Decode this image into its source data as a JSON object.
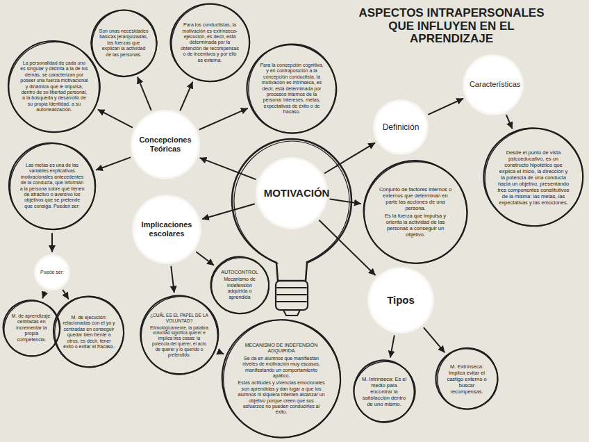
{
  "diagram": {
    "title": "ASPECTOS INTRAPERSONALES QUE INFLUYEN EN EL APRENDIZAJE",
    "nodes": [
      {
        "text": [
          "MOTIVACIÓN"
        ]
      },
      {
        "text": [
          "Concepciones Teóricas"
        ]
      },
      {
        "text": [
          "La personalidad de cada uno es singular y distinta a la de los demás, se caracterizan por poseer una fuerza motivacional y dinámica que le impulsa, dentro de su libertad personal, a la búsqueda y desarrollo de su propia identidad, a su autorrealización."
        ]
      },
      {
        "text": [
          "Son unas necesidades básicas jerarquizadas, las fuerzas que explican la actividad de las personas."
        ]
      },
      {
        "text": [
          "Para los conductistas, la motivación es extrínseca-ejecución, es decir, está determinada por la obtención de recompensas o de incentivos y por ello es externa."
        ]
      },
      {
        "text": [
          "Para la concepción cognitiva, y en contraposición a la concepción conductista, la motivación es intrínseca, es decir, está determinada por procesos internos de la persona: intereses, metas, expectativas de éxito o de fracaso."
        ]
      },
      {
        "text": [
          "Las metas es una de las variables explicativas motivacionales antecedentes de la conducta, que informan a la persona sobre qué tienen de atractivo o aversivo los objetivos que se pretende que consiga. Pueden ser:"
        ]
      },
      {
        "text": [
          "Implicaciones escolares"
        ]
      },
      {
        "text": [
          "Puede ser:"
        ]
      },
      {
        "text": [
          "M. de aprendizaje: centradas en incrementar la propia competencia."
        ]
      },
      {
        "text": [
          "M. de ejecución: relacionadas con el yo y centradas en conseguir quedar bien frente a otros, es decir, tener éxito o evitar el fracaso."
        ]
      },
      {
        "text": [
          "¿CUÁL ES EL PAPEL DE LA VOLUNTAD?",
          "Etimológicamente, la palabra voluntad significa querer e implica tres cosas: la potencia del querer, el acto de querer y lo querido o pretendido."
        ]
      },
      {
        "text": [
          "AUTOCONTROL",
          "Mecanismo de indefensión adquirida o aprendida"
        ]
      },
      {
        "text": [
          "MECANISMO DE INDEFENSIÓN ADQUIRIDA",
          "Se da en alumnos que manifiestan niveles de motivación muy escasos, manifestando un comportamiento apático.",
          "Estas actitudes y vivencias emocionales son aprendidas y dan lugar a que los alumnos ni siquiera intenten alcanzar un objetivo porque creen que sus esfuerzos no pueden conducirles al éxito."
        ]
      },
      {
        "text": [
          "Definición"
        ]
      },
      {
        "text": [
          "Características"
        ]
      },
      {
        "text": [
          "Desde el punto de vista psicoeducativo, es un constructo hipotético que explica el inicio, la dirección y la potencia de una conducta hacia un objetivo, presentando tres componentes constitutivos de la misma: las metas, las expectativas y las emociones."
        ]
      },
      {
        "text": [
          "Conjunto de factores internos o externos que determinan en parte las acciones de una persona.",
          "Es la fuerza que impulsa y orienta la actividad de las personas a conseguir un objetivo."
        ]
      },
      {
        "text": [
          "Tipos"
        ]
      },
      {
        "text": [
          "M. Intrínseca: Es el medio para encontrar la satisfacción dentro de uno mismo."
        ]
      },
      {
        "text": [
          "M. Extrínseca: Implica evitar el castigo externo o buscar recompensas."
        ]
      }
    ],
    "edges": [
      {
        "from": 0,
        "to": 1,
        "arrow": "to"
      },
      {
        "from": 1,
        "to": 2,
        "arrow": "to"
      },
      {
        "from": 1,
        "to": 3,
        "arrow": "to"
      },
      {
        "from": 1,
        "to": 4,
        "arrow": "to"
      },
      {
        "from": 1,
        "to": 5,
        "arrow": "to"
      },
      {
        "from": 1,
        "to": 6,
        "arrow": "to"
      },
      {
        "from": 0,
        "to": 7,
        "arrow": "to"
      },
      {
        "from": 6,
        "to": 8,
        "arrow": "to"
      },
      {
        "from": 8,
        "to": 9,
        "arrow": "to"
      },
      {
        "from": 8,
        "to": 10,
        "arrow": "to"
      },
      {
        "from": 7,
        "to": 12,
        "arrow": "to"
      },
      {
        "from": 7,
        "to": 11,
        "arrow": "to"
      },
      {
        "from": 11,
        "to": 13,
        "arrow": "to"
      },
      {
        "from": 0,
        "to": 14,
        "arrow": "to"
      },
      {
        "from": 14,
        "to": 15,
        "arrow": "to"
      },
      {
        "from": 15,
        "to": 16,
        "arrow": "to"
      },
      {
        "from": 0,
        "to": 17,
        "arrow": "to"
      },
      {
        "from": 0,
        "to": 18,
        "arrow": "to"
      },
      {
        "from": 18,
        "to": 19,
        "arrow": "to"
      },
      {
        "from": 18,
        "to": 20,
        "arrow": "to"
      }
    ]
  }
}
